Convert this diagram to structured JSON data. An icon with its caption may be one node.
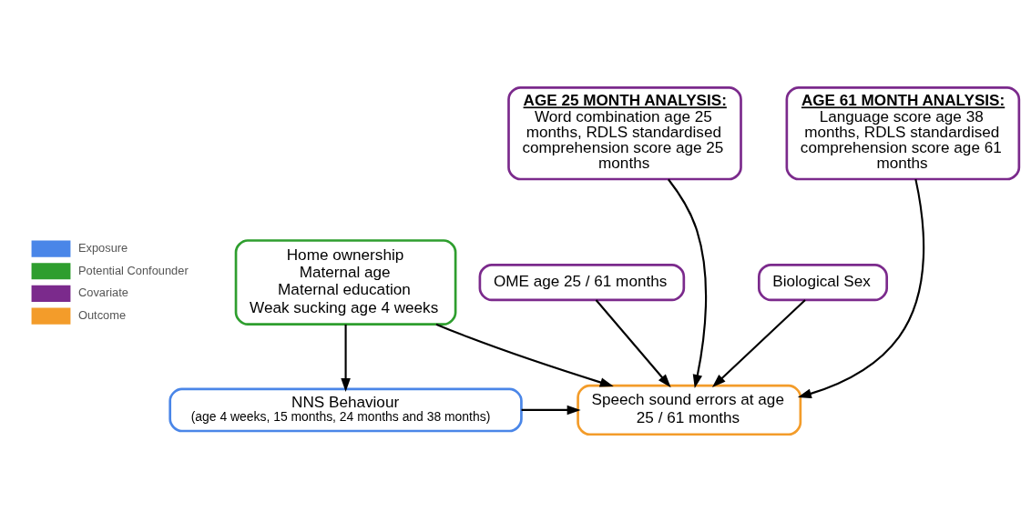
{
  "diagram": {
    "nodes": [
      {
        "text": [
          "Home ownership",
          "Maternal age",
          "Maternal education",
          "Weak sucking age 4 weeks"
        ]
      },
      {
        "text": [
          "AGE 25 MONTH ANALYSIS:",
          "Word combination age 25 months, RDLS standardised comprehension score age 25 months"
        ]
      },
      {
        "text": [
          "AGE 61 MONTH ANALYSIS:",
          "Language score age 38 months, RDLS standardised comprehension score age 61 months"
        ]
      },
      {
        "text": [
          "OME age 25 / 61 months"
        ]
      },
      {
        "text": [
          "Biological Sex"
        ]
      },
      {
        "text": [
          "NNS Behaviour",
          "(age 4 weeks, 15 months, 24 months and 38 months)"
        ]
      },
      {
        "text": [
          "Speech sound errors at age 25 / 61 months"
        ]
      }
    ],
    "edges": [
      {
        "from": 0,
        "to": 5,
        "arrow": "to"
      },
      {
        "from": 0,
        "to": 6,
        "arrow": "to"
      },
      {
        "from": 3,
        "to": 6,
        "arrow": "to"
      },
      {
        "from": 4,
        "to": 6,
        "arrow": "to"
      },
      {
        "from": 1,
        "to": 6,
        "arrow": "to"
      },
      {
        "from": 2,
        "to": 6,
        "arrow": "to"
      },
      {
        "from": 5,
        "to": 6,
        "arrow": "to"
      }
    ],
    "legend": [
      {
        "text": "Exposure",
        "color": "#4a86e8"
      },
      {
        "text": "Potential Confounder",
        "color": "#2e9e2e"
      },
      {
        "text": "Covariate",
        "color": "#7b2a8c"
      },
      {
        "text": "Outcome",
        "color": "#f39c2a"
      }
    ]
  }
}
